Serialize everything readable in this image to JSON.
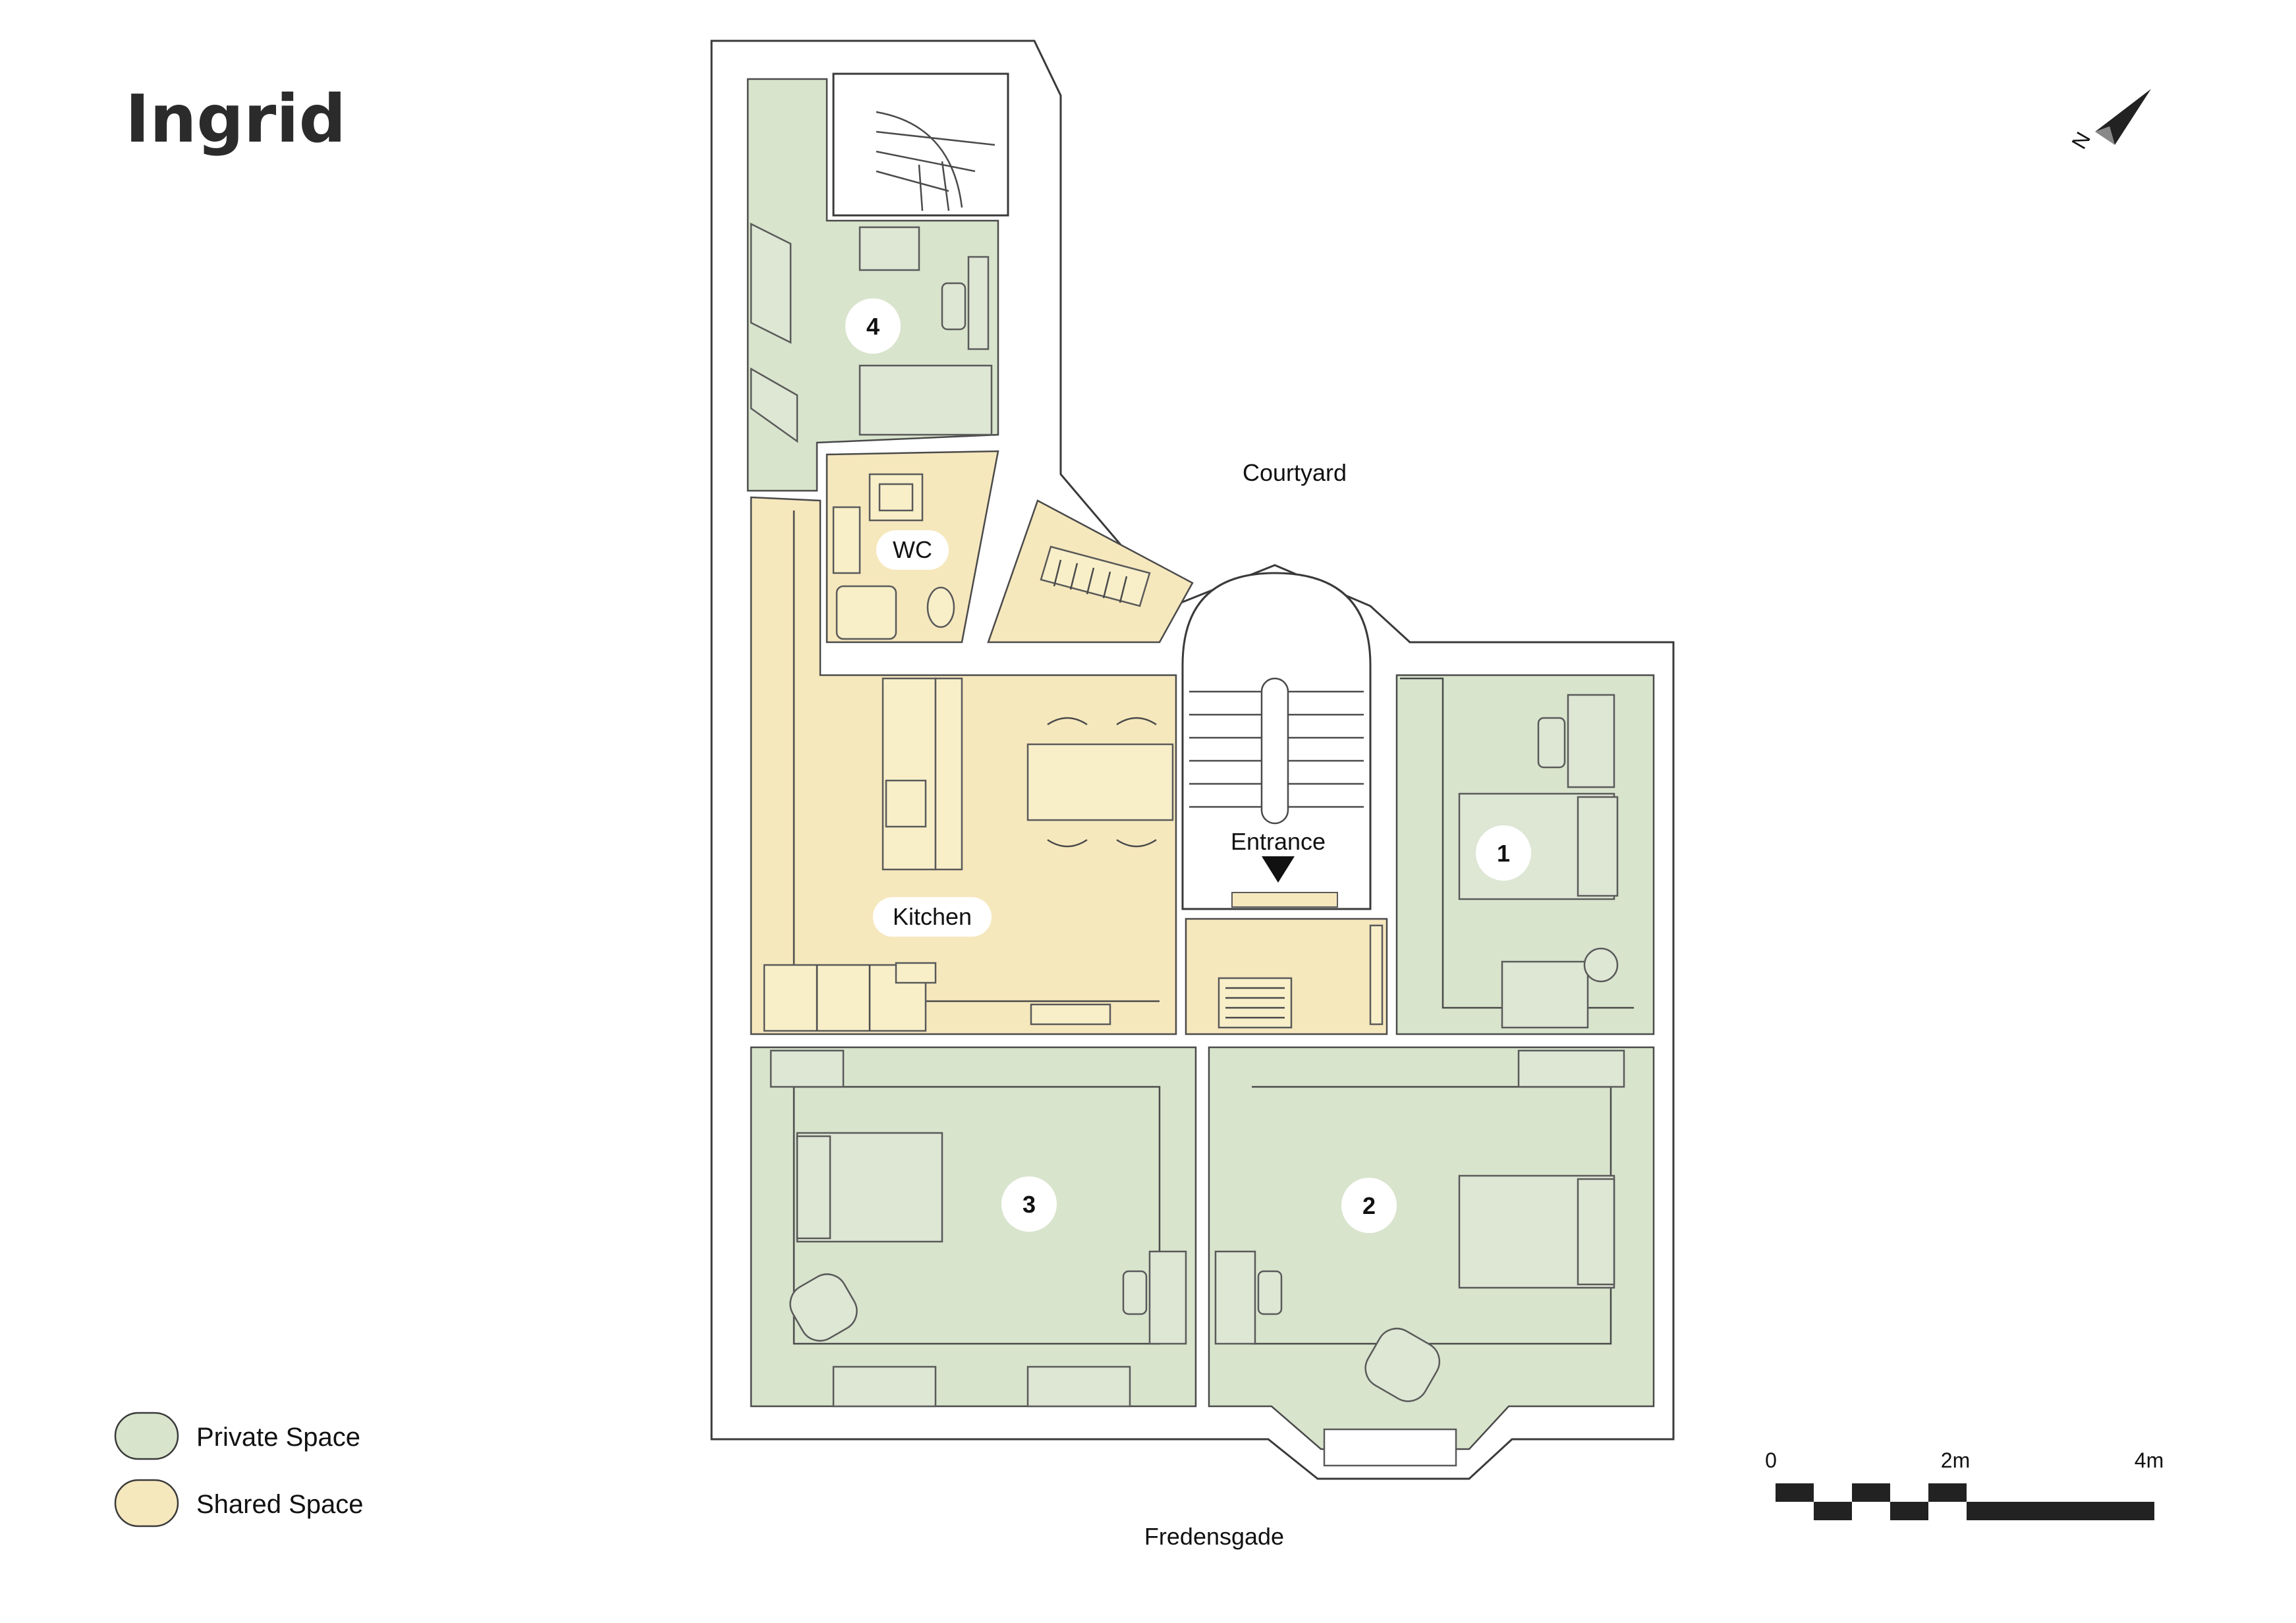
{
  "title": "Ingrid",
  "colors": {
    "private": "#d8e4cc",
    "shared": "#f6e8bd",
    "private_furniture": "#dee6d4",
    "shared_furniture": "#f8efc9",
    "wall_outline": "#3a3a3a",
    "badge_fill": "#ffffff",
    "scale_fill": "#222222"
  },
  "compass": {
    "icon": "north-arrow-icon",
    "letter": "N"
  },
  "streets": {
    "top": "Courtyard",
    "bottom": "Fredensgade"
  },
  "rooms": {
    "room4": {
      "label": "4",
      "type": "private"
    },
    "wc": {
      "label": "WC",
      "type": "shared"
    },
    "kitchen": {
      "label": "Kitchen",
      "type": "shared"
    },
    "entrance": {
      "label": "Entrance",
      "type": "circulation"
    },
    "room1": {
      "label": "1",
      "type": "private"
    },
    "room3": {
      "label": "3",
      "type": "private"
    },
    "room2": {
      "label": "2",
      "type": "private"
    }
  },
  "legend": [
    {
      "label": "Private Space",
      "color": "#d8e4cc"
    },
    {
      "label": "Shared Space",
      "color": "#f6e8bd"
    }
  ],
  "scale_bar": {
    "ticks": [
      "0",
      "2m",
      "4m"
    ]
  }
}
